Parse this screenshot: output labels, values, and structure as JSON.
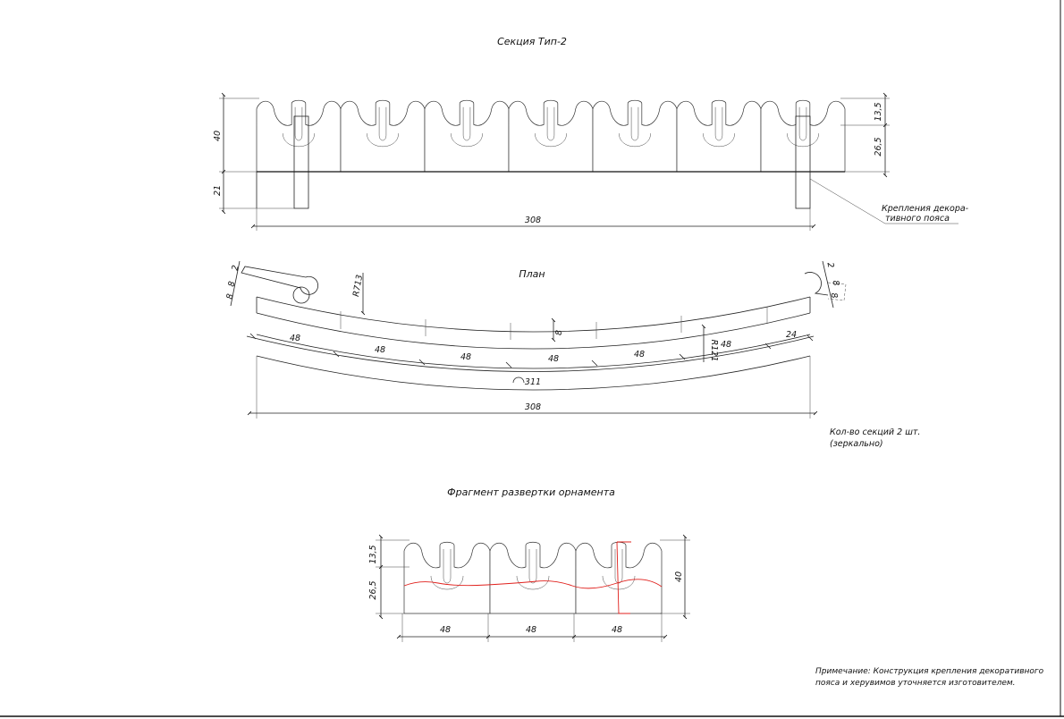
{
  "section_title": "Секция Тип-2",
  "elevation": {
    "dim_height_total": "40",
    "dim_height_base": "21",
    "dim_top": "13,5",
    "dim_lower": "26,5",
    "dim_width": "308",
    "leader_note_line1": "Крепления декора-",
    "leader_note_line2": "тивного пояса"
  },
  "plan": {
    "title": "План",
    "dim_2_left": "2",
    "dim_8_left_a": "8",
    "dim_8_left_b": "8",
    "dim_radius_outer": "R713",
    "dim_2_right": "2",
    "dim_8_right_a": "8",
    "dim_8_right_b": "8",
    "dim_center_8": "8",
    "segments": [
      "48",
      "48",
      "48",
      "48",
      "48",
      "48",
      "24"
    ],
    "dim_radius_inner": "R121",
    "dim_arc": "311",
    "dim_width": "308",
    "quantity_line1": "Кол-во секций 2 шт.",
    "quantity_line2": "(зеркально)"
  },
  "fragment": {
    "title": "Фрагмент развертки орнамента",
    "dim_top": "13,5",
    "dim_lower": "26,5",
    "dim_total": "40",
    "segments": [
      "48",
      "48",
      "48"
    ]
  },
  "note_line1": "Примечание: Конструкция крепления декоративного",
  "note_line2": "пояса и херувимов уточняется изготовителем."
}
